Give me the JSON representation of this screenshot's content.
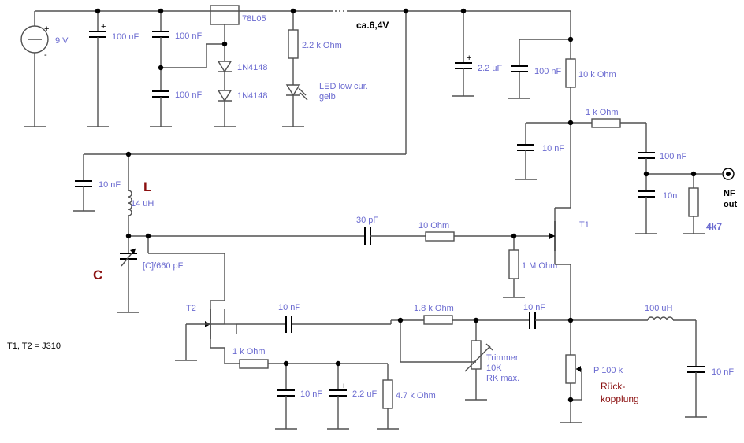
{
  "labels": {
    "battery": "9 V",
    "c_100uF": "100 uF",
    "c_100nF_a": "100 nF",
    "c_100nF_b": "100 nF",
    "regulator": "78L05",
    "diode_1": "1N4148",
    "diode_2": "1N4148",
    "r_2k2": "2.2 k Ohm",
    "led_1": "LED low cur.",
    "led_2": "gelb",
    "supply_voltage": "ca.6,4V",
    "c_2u2_top": "2.2 uF",
    "c_100nF_top": "100 nF",
    "r_10k": "10 k Ohm",
    "r_1k_top": "1 k Ohm",
    "c_10nF_mid": "10 nF",
    "c_100nF_out": "100 nF",
    "c_10n_out": "10n",
    "r_4k7": "4k7",
    "nf_1": "NF",
    "nf_2": "out",
    "c_10nF_left": "10 nF",
    "inductor_L": "L",
    "l_14uH": "14 uH",
    "c_30pF": "30 pF",
    "r_10_ohm": "10  Ohm",
    "t1": "T1",
    "r_1M": "1 M Ohm",
    "varcap": "[C]/660 pF",
    "cap_C": "C",
    "t2": "T2",
    "c_10nF_t2": "10 nF",
    "r_1k8": "1.8 k Ohm",
    "c_10nF_t1": "10 nF",
    "l_100uH": "100 uH",
    "transistor_note": "T1, T2 = J310",
    "r_1k_bot": "1 k Ohm",
    "trimmer_1": "Trimmer",
    "trimmer_2": "10K",
    "trimmer_3": "RK max.",
    "pot": "P  100 k",
    "feedback_1": "Rück-",
    "feedback_2": "kopplung",
    "c_10nF_bot": "10 nF",
    "c_2u2_bot": "2.2 uF",
    "r_4k7_bot": "4.7 k Ohm",
    "c_10nF_right": "10 nF",
    "plus_1": "+",
    "minus_1": "-",
    "plus_2": "+",
    "plus_3": "+",
    "plus_4": "+"
  }
}
